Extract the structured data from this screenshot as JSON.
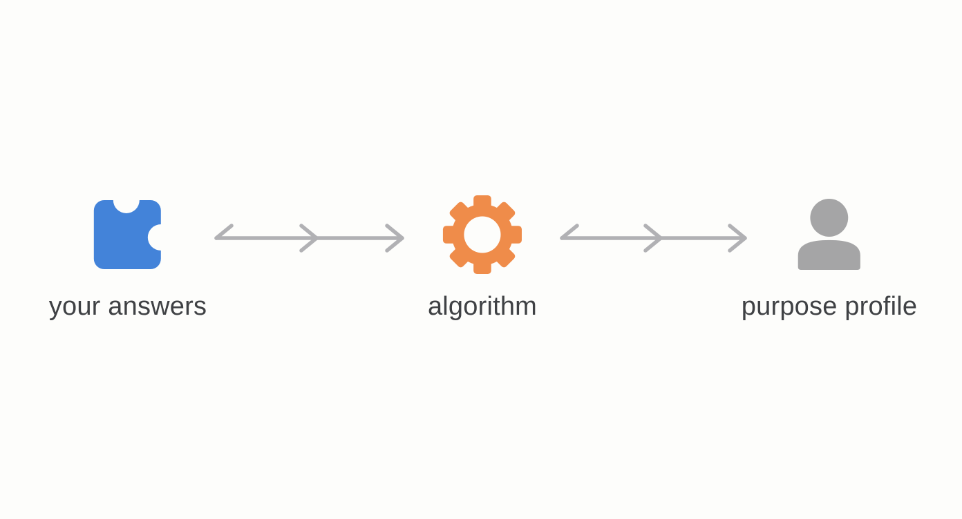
{
  "diagram": {
    "title": "answers to algorithm to purpose profile flow",
    "nodes": [
      {
        "id": "your-answers",
        "label": "your answers",
        "icon": "puzzle-icon",
        "icon_color": "#4383d9"
      },
      {
        "id": "algorithm",
        "label": "algorithm",
        "icon": "gear-icon",
        "icon_color": "#ef8c4a"
      },
      {
        "id": "purpose-profile",
        "label": "purpose profile",
        "icon": "person-icon",
        "icon_color": "#a5a5a6"
      }
    ],
    "connectors": [
      {
        "from": "your-answers",
        "to": "algorithm",
        "style": "line with mid and end right chevrons, half barb at start"
      },
      {
        "from": "algorithm",
        "to": "purpose-profile",
        "style": "line with mid and end right chevrons, half barb at start"
      }
    ],
    "colors": {
      "background": "#fdfdfb",
      "arrow": "#b1b1b4",
      "label_text": "#3f4144",
      "puzzle_blue": "#4383d9",
      "gear_orange": "#ef8c4a",
      "person_gray": "#a5a5a6"
    }
  }
}
